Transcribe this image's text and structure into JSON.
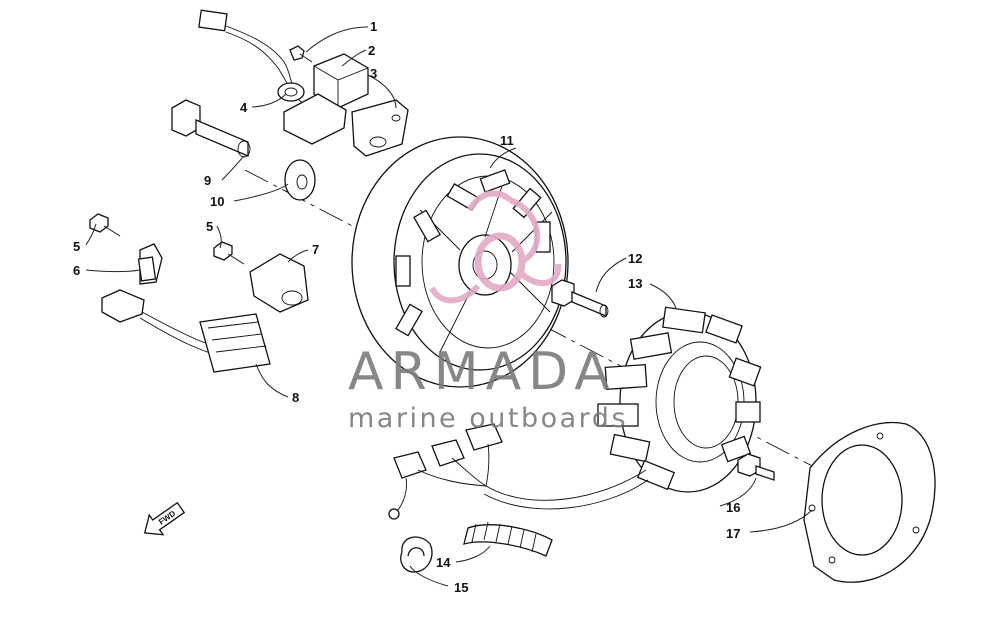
{
  "watermark": {
    "brand_name": "ARMADA",
    "tagline": "marine outboards",
    "brand_color": "#7a7a7a",
    "logo_color": "#e3a9c6"
  },
  "direction_marker": {
    "label": "FWD",
    "icon": "forward-arrow-icon"
  },
  "callouts": [
    {
      "id": "c1",
      "label": "1",
      "part": "screw"
    },
    {
      "id": "c2",
      "label": "2",
      "part": "pulse-coil"
    },
    {
      "id": "c3",
      "label": "3",
      "part": "coil-bracket"
    },
    {
      "id": "c4",
      "label": "4",
      "part": "grommet"
    },
    {
      "id": "c9",
      "label": "9",
      "part": "flywheel-bolt"
    },
    {
      "id": "c10",
      "label": "10",
      "part": "washer"
    },
    {
      "id": "c5a",
      "label": "5",
      "part": "screw"
    },
    {
      "id": "c6",
      "label": "6",
      "part": "clamp"
    },
    {
      "id": "c5b",
      "label": "5",
      "part": "screw"
    },
    {
      "id": "c7",
      "label": "7",
      "part": "trigger-coil"
    },
    {
      "id": "c8",
      "label": "8",
      "part": "harness"
    },
    {
      "id": "c11",
      "label": "11",
      "part": "flywheel"
    },
    {
      "id": "c12",
      "label": "12",
      "part": "stator-bolt"
    },
    {
      "id": "c13",
      "label": "13",
      "part": "stator"
    },
    {
      "id": "c16",
      "label": "16",
      "part": "screw"
    },
    {
      "id": "c17",
      "label": "17",
      "part": "stator-plate"
    },
    {
      "id": "c14",
      "label": "14",
      "part": "protective-sleeve"
    },
    {
      "id": "c15",
      "label": "15",
      "part": "clip"
    }
  ]
}
